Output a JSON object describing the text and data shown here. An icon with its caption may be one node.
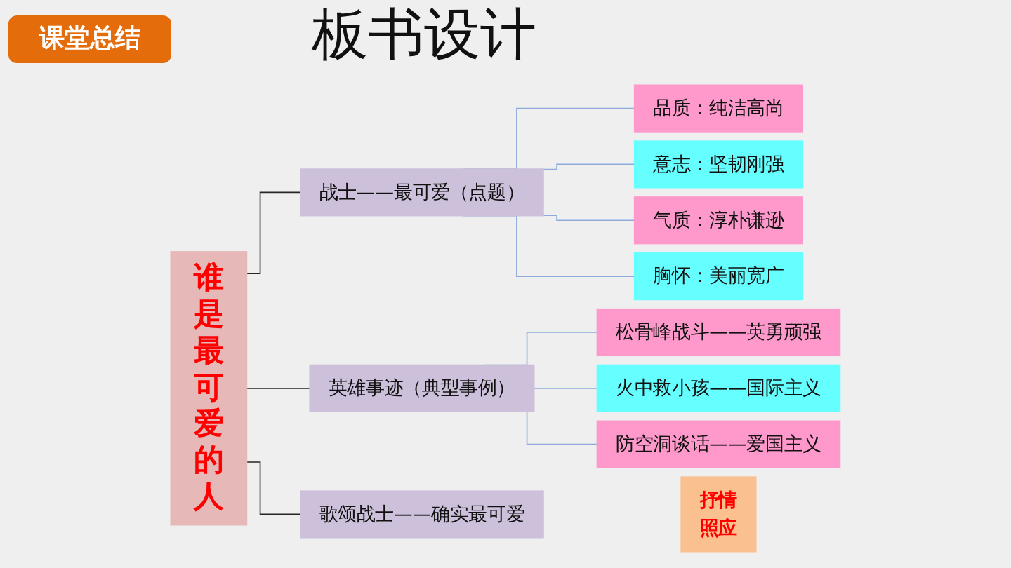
{
  "diagram": {
    "title": "板书设计",
    "nodes": [
      {
        "text": [
          "谁是最可爱的",
          "人"
        ]
      },
      {
        "text": [
          "战士——最可爱（点题）"
        ]
      },
      {
        "text": [
          "英雄事迹（典型事例）"
        ]
      },
      {
        "text": [
          "歌颂战士——确实最可爱"
        ]
      },
      {
        "text": [
          "品质：纯洁高尚"
        ]
      },
      {
        "text": [
          "意志：坚韧刚强"
        ]
      },
      {
        "text": [
          "气质：淳朴谦逊"
        ]
      },
      {
        "text": [
          "胸怀：美丽宽广"
        ]
      },
      {
        "text": [
          "松骨峰战斗——英勇顽强"
        ]
      },
      {
        "text": [
          "火中救小孩——国际主义"
        ]
      },
      {
        "text": [
          "防空洞谈话——爱国主义"
        ]
      },
      {
        "text": [
          "抒情",
          "照应"
        ]
      }
    ],
    "edges": [
      {
        "from": 0,
        "to": 1,
        "arrow": "none",
        "color": "#262626"
      },
      {
        "from": 0,
        "to": 2,
        "arrow": "none",
        "color": "#262626"
      },
      {
        "from": 0,
        "to": 3,
        "arrow": "none",
        "color": "#262626"
      },
      {
        "from": 1,
        "to": 4,
        "arrow": "none"
      },
      {
        "from": 1,
        "to": 5,
        "arrow": "none"
      },
      {
        "from": 1,
        "to": 6,
        "arrow": "none"
      },
      {
        "from": 1,
        "to": 7,
        "arrow": "none"
      },
      {
        "from": 2,
        "to": 8,
        "arrow": "none"
      },
      {
        "from": 2,
        "to": 9,
        "arrow": "none"
      },
      {
        "from": 2,
        "to": 10,
        "arrow": "none"
      }
    ],
    "labels": [
      "课堂总结"
    ]
  }
}
